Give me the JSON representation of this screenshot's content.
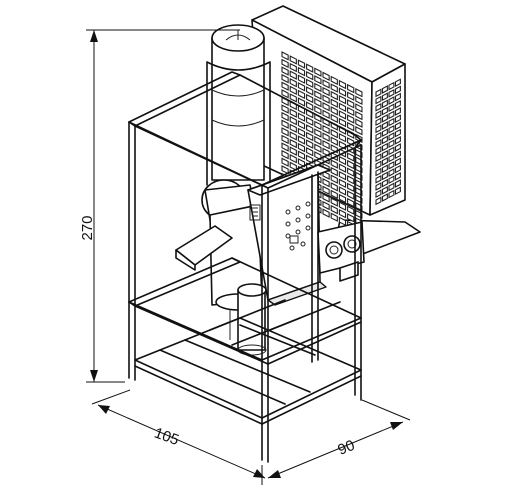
{
  "dimensions": {
    "height": "270",
    "width": "105",
    "depth": "90"
  }
}
